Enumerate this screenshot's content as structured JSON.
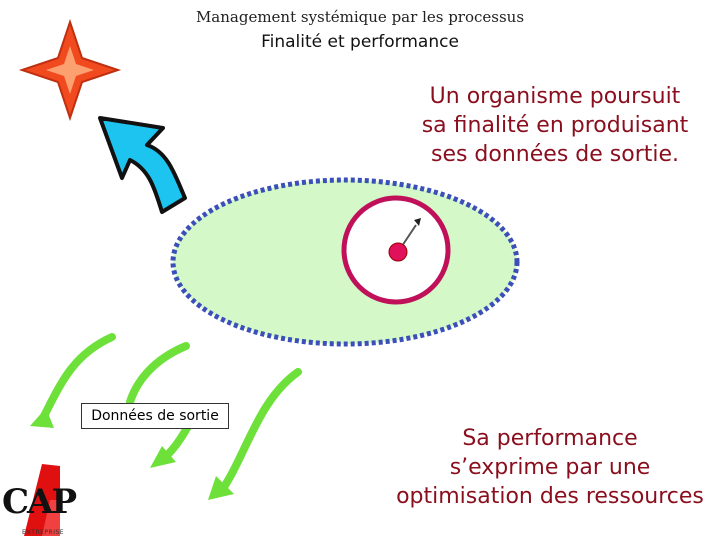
{
  "header": {
    "title": "Management systémique par les processus",
    "subtitle": "Finalité et performance"
  },
  "statements": {
    "purpose_line1": "Un organisme poursuit",
    "purpose_line2": "sa finalité en produisant",
    "purpose_line3": "ses données de sortie.",
    "performance_line1": "Sa performance",
    "performance_line2": "s’exprime par une",
    "performance_line3": "optimisation des ressources"
  },
  "output_label": "Données de sortie",
  "logo": {
    "text": "CAP",
    "subtext": "ENTREPRISE"
  },
  "colors": {
    "star": "#f04a1e",
    "star_center": "#fca070",
    "direction_arrow": "#1ec4f0",
    "organism_fill": "#d4f8c8",
    "organism_border": "#3a50b8",
    "gauge_ring": "#c0105a",
    "output_arrows": "#6ee03a",
    "statement_text": "#8a0f1e"
  },
  "icons": [
    "star-icon",
    "direction-arrow-icon",
    "gauge-icon",
    "output-arrow-icon",
    "logo-icon"
  ]
}
